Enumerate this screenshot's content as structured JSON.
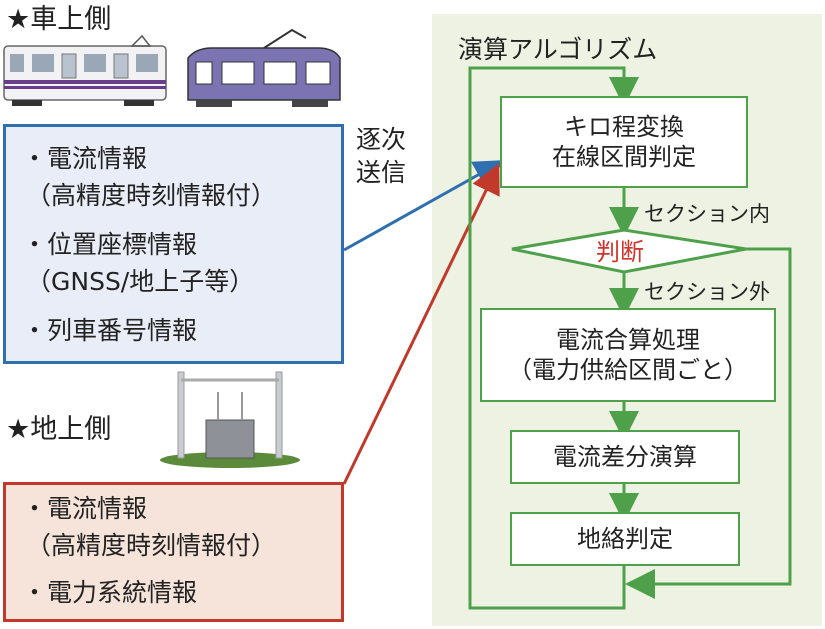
{
  "onboard": {
    "heading": "★車上側",
    "items": [
      "・電流情報",
      "（高精度時刻情報付）",
      "・位置座標情報",
      "（GNSS/地上子等）",
      "・列車番号情報"
    ]
  },
  "wayside": {
    "heading": "★地上側",
    "items": [
      "・電流情報",
      "（高精度時刻情報付）",
      "・電力系統情報"
    ]
  },
  "transmission_label": [
    "逐次",
    "送信"
  ],
  "algorithm": {
    "title": "演算アルゴリズム",
    "step1": [
      "キロ程変換",
      "在線区間判定"
    ],
    "decision": "判断",
    "branch_in": "セクション内",
    "branch_out": "セクション外",
    "step2": [
      "電流合算処理",
      "（電力供給区間ごと）"
    ],
    "step3": "電流差分演算",
    "step4": "地絡判定"
  },
  "colors": {
    "onboard_border": "#2f6fb0",
    "onboard_fill": "#e8edf7",
    "wayside_border": "#c0392b",
    "wayside_fill": "#f6e4da",
    "flow_green": "#4ea14a",
    "panel_bg": "#edf2e3",
    "decision_text": "#d0342c"
  }
}
